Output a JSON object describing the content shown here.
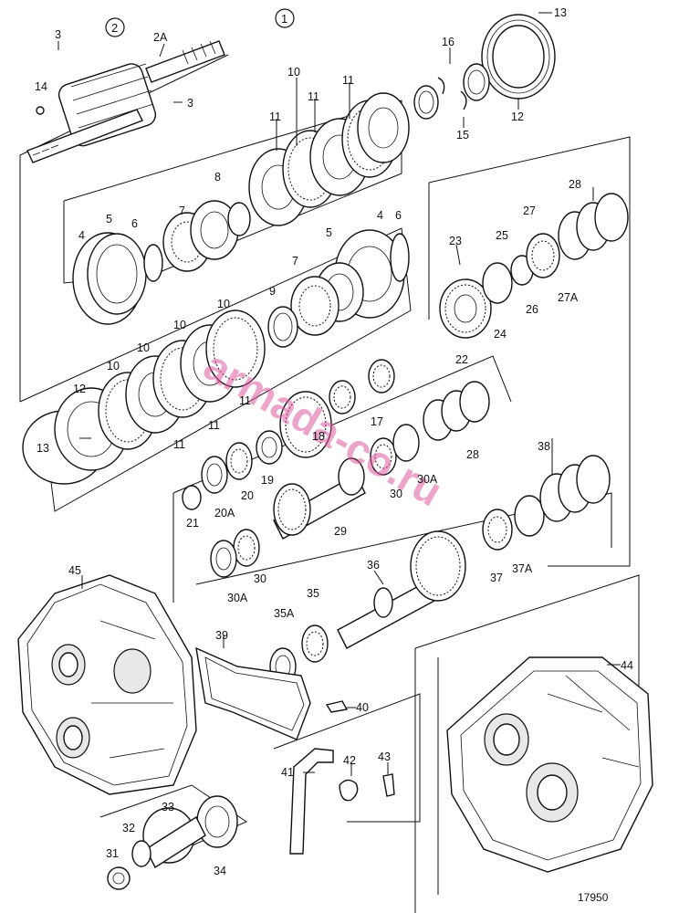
{
  "diagram": {
    "figure_number": "17950",
    "watermark": "armada-co.ru",
    "circled_labels": [
      {
        "id": "c1",
        "text": "1"
      },
      {
        "id": "c2",
        "text": "2"
      }
    ],
    "labels": {
      "l2A": "2A",
      "l3a": "3",
      "l3b": "3",
      "l14": "14",
      "l10a": "10",
      "l11a": "11",
      "l11b": "11",
      "l11c": "11",
      "l16": "16",
      "l13a": "13",
      "l12a": "12",
      "l15": "15",
      "l4a": "4",
      "l5a": "5",
      "l6a": "6",
      "l7a": "7",
      "l8": "8",
      "l4b": "4",
      "l5b": "5",
      "l6b": "6",
      "l7b": "7",
      "l9": "9",
      "l28a": "28",
      "l27": "27",
      "l23": "23",
      "l25": "25",
      "l27A": "27A",
      "l26": "26",
      "l24": "24",
      "l22": "22",
      "l10b": "10",
      "l10c": "10",
      "l10d": "10",
      "l10e": "10",
      "l12b": "12",
      "l13b": "13",
      "l11d": "11",
      "l11e": "11",
      "l11f": "11",
      "l18": "18",
      "l17": "17",
      "l28b": "28",
      "l19": "19",
      "l20": "20",
      "l20A": "20A",
      "l21": "21",
      "l29": "29",
      "l30a": "30",
      "l30A1": "30A",
      "l38": "38",
      "l30b": "30",
      "l30A2": "30A",
      "l37": "37",
      "l37A": "37A",
      "l45": "45",
      "l36": "36",
      "l35": "35",
      "l35A": "35A",
      "l39": "39",
      "l40": "40",
      "l44": "44",
      "l41": "41",
      "l42": "42",
      "l43": "43",
      "l33": "33",
      "l32": "32",
      "l31": "31",
      "l34": "34"
    }
  }
}
